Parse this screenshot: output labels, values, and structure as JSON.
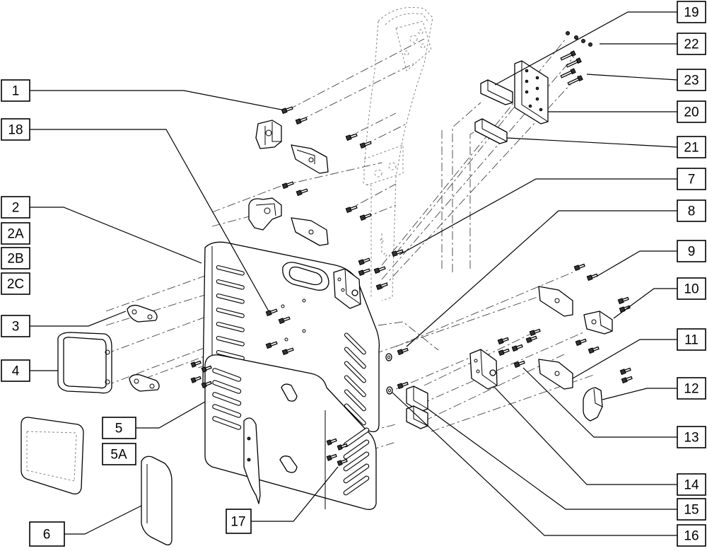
{
  "colors": {
    "line": "#000000",
    "background": "#ffffff",
    "hidden_line": "#888888"
  },
  "callouts": [
    {
      "id": "1",
      "label": "1"
    },
    {
      "id": "18",
      "label": "18"
    },
    {
      "id": "2",
      "label": "2"
    },
    {
      "id": "2A",
      "label": "2A"
    },
    {
      "id": "2B",
      "label": "2B"
    },
    {
      "id": "2C",
      "label": "2C"
    },
    {
      "id": "3",
      "label": "3"
    },
    {
      "id": "4",
      "label": "4"
    },
    {
      "id": "5",
      "label": "5"
    },
    {
      "id": "5A",
      "label": "5A"
    },
    {
      "id": "6",
      "label": "6"
    },
    {
      "id": "17",
      "label": "17"
    },
    {
      "id": "19",
      "label": "19"
    },
    {
      "id": "22",
      "label": "22"
    },
    {
      "id": "23",
      "label": "23"
    },
    {
      "id": "20",
      "label": "20"
    },
    {
      "id": "21",
      "label": "21"
    },
    {
      "id": "7",
      "label": "7"
    },
    {
      "id": "8",
      "label": "8"
    },
    {
      "id": "9",
      "label": "9"
    },
    {
      "id": "10",
      "label": "10"
    },
    {
      "id": "11",
      "label": "11"
    },
    {
      "id": "12",
      "label": "12"
    },
    {
      "id": "13",
      "label": "13"
    },
    {
      "id": "14",
      "label": "14"
    },
    {
      "id": "15",
      "label": "15"
    },
    {
      "id": "16",
      "label": "16"
    }
  ]
}
